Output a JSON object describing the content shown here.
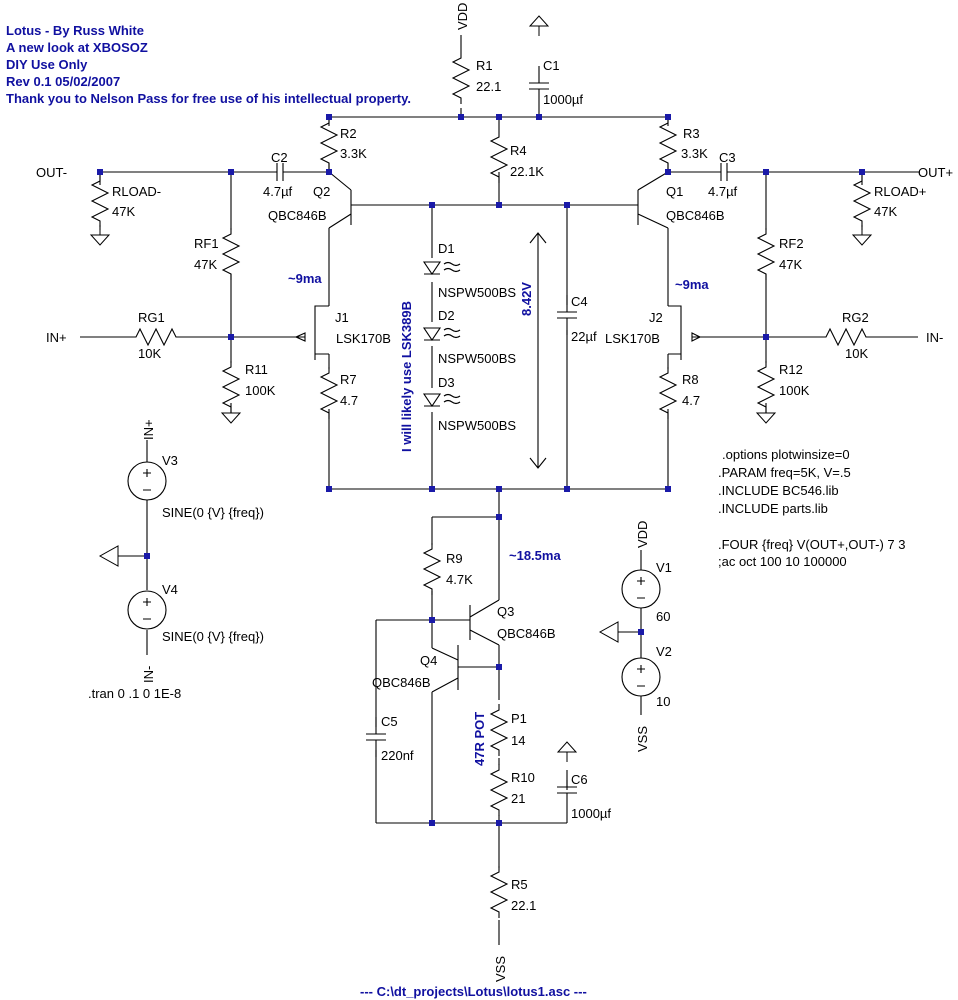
{
  "header": {
    "line1": "Lotus - By Russ White",
    "line2": "A new look at XBOSOZ",
    "line3": "DIY Use Only",
    "line4": "Rev 0.1 05/02/2007",
    "line5": "Thank you to Nelson Pass for free use of his intellectual property."
  },
  "footer": "---   C:\\dt_projects\\Lotus\\lotus1.asc   ---",
  "nets": {
    "vdd_top": "VDD",
    "out_minus": "OUT-",
    "out_plus": "OUT+",
    "in_plus": "IN+",
    "in_minus": "IN-",
    "v3_top": "IN+",
    "v4_bottom": "IN-",
    "v1_top": "VDD",
    "v2_bottom": "VSS",
    "bottom": "VSS"
  },
  "components": {
    "R1": {
      "name": "R1",
      "value": "22.1"
    },
    "C1": {
      "name": "C1",
      "value": "1000µf"
    },
    "R2": {
      "name": "R2",
      "value": "3.3K"
    },
    "R3": {
      "name": "R3",
      "value": "3.3K"
    },
    "R4": {
      "name": "R4",
      "value": "22.1K"
    },
    "C2": {
      "name": "C2",
      "value": "4.7µf"
    },
    "C3": {
      "name": "C3",
      "value": "4.7µf"
    },
    "Q2": {
      "name": "Q2",
      "value": "QBC846B"
    },
    "Q1": {
      "name": "Q1",
      "value": "QBC846B"
    },
    "RLOADM": {
      "name": "RLOAD-",
      "value": "47K"
    },
    "RLOADP": {
      "name": "RLOAD+",
      "value": "47K"
    },
    "RF1": {
      "name": "RF1",
      "value": "47K"
    },
    "RF2": {
      "name": "RF2",
      "value": "47K"
    },
    "J1": {
      "name": "J1",
      "value": "LSK170B"
    },
    "J2": {
      "name": "J2",
      "value": "LSK170B"
    },
    "RG1": {
      "name": "RG1",
      "value": "10K"
    },
    "RG2": {
      "name": "RG2",
      "value": "10K"
    },
    "R11": {
      "name": "R11",
      "value": "100K"
    },
    "R12": {
      "name": "R12",
      "value": "100K"
    },
    "R7": {
      "name": "R7",
      "value": "4.7"
    },
    "R8": {
      "name": "R8",
      "value": "4.7"
    },
    "D1": {
      "name": "D1",
      "value": "NSPW500BS"
    },
    "D2": {
      "name": "D2",
      "value": "NSPW500BS"
    },
    "D3": {
      "name": "D3",
      "value": "NSPW500BS"
    },
    "C4": {
      "name": "C4",
      "value": "22µf"
    },
    "V3": {
      "name": "V3",
      "value": "SINE(0 {V} {freq})"
    },
    "V4": {
      "name": "V4",
      "value": "SINE(0 {V} {freq})"
    },
    "R9": {
      "name": "R9",
      "value": "4.7K"
    },
    "Q3": {
      "name": "Q3",
      "value": "QBC846B"
    },
    "Q4": {
      "name": "Q4",
      "value": "QBC846B"
    },
    "C5": {
      "name": "C5",
      "value": "220nf"
    },
    "P1": {
      "name": "P1",
      "value": "14"
    },
    "R10": {
      "name": "R10",
      "value": "21"
    },
    "C6": {
      "name": "C6",
      "value": "1000µf"
    },
    "R5": {
      "name": "R5",
      "value": "22.1"
    },
    "V1": {
      "name": "V1",
      "value": "60"
    },
    "V2": {
      "name": "V2",
      "value": "10"
    }
  },
  "annotations": {
    "i_left": "~9ma",
    "i_right": "~9ma",
    "i_tail": "~18.5ma",
    "voltage": "8.42V",
    "lsk389": "I will likely use LSK389B",
    "pot": "47R POT"
  },
  "directives": {
    "options": ".options plotwinsize=0",
    "param": ".PARAM freq=5K, V=.5",
    "inc1": ".INCLUDE BC546.lib",
    "inc2": ".INCLUDE parts.lib",
    "four": ".FOUR {freq} V(OUT+,OUT-) 7 3",
    "ac": ";ac oct 100 10 100000",
    "tran": ".tran 0 .1 0 1E-8"
  },
  "colors": {
    "wire": "#000000",
    "junction": "#1a1aa8",
    "annotation": "#1010a0"
  }
}
